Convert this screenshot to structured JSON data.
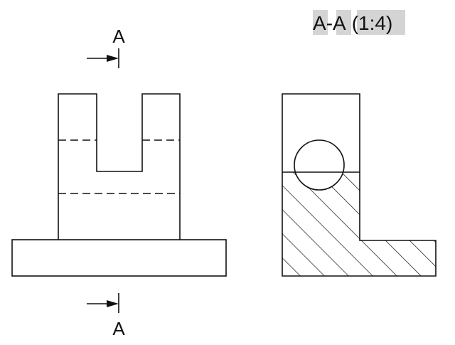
{
  "section_mark": {
    "letter_top": "A",
    "letter_bottom": "A"
  },
  "section_view": {
    "title_part1": "A",
    "title_sep": "-",
    "title_part2": "A",
    "title_scale": "(1:4)"
  },
  "colors": {
    "line": "#111111",
    "label_highlight": "#d4d4d4",
    "background": "#ffffff"
  }
}
